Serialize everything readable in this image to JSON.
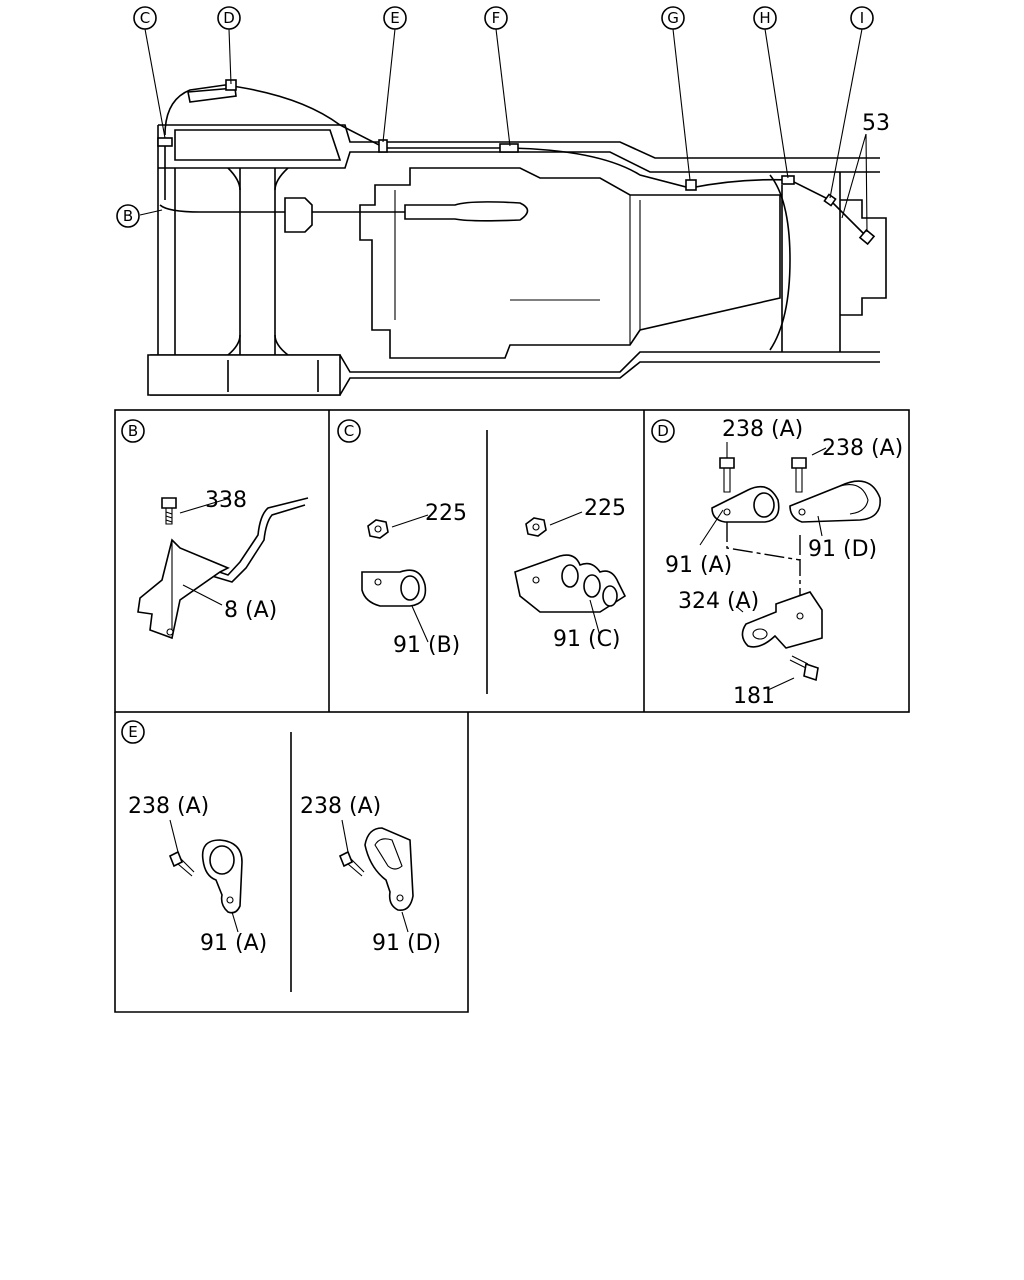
{
  "overview": {
    "callouts": [
      {
        "id": "C",
        "label": "C"
      },
      {
        "id": "D",
        "label": "D"
      },
      {
        "id": "E",
        "label": "E"
      },
      {
        "id": "F",
        "label": "F"
      },
      {
        "id": "G",
        "label": "G"
      },
      {
        "id": "H",
        "label": "H"
      },
      {
        "id": "I",
        "label": "I"
      },
      {
        "id": "B",
        "label": "B"
      }
    ],
    "part_label": "53"
  },
  "panels": {
    "B": {
      "title": "B",
      "labels": [
        "338",
        "8 (A)"
      ]
    },
    "C": {
      "title": "C",
      "labels": [
        "225",
        "91 (B)",
        "225",
        "91 (C)"
      ]
    },
    "D": {
      "title": "D",
      "labels": [
        "238 (A)",
        "238 (A)",
        "91 (A)",
        "91 (D)",
        "324 (A)",
        "181"
      ]
    },
    "E": {
      "title": "E",
      "labels": [
        "238 (A)",
        "91 (A)",
        "238 (A)",
        "91 (D)"
      ]
    }
  }
}
